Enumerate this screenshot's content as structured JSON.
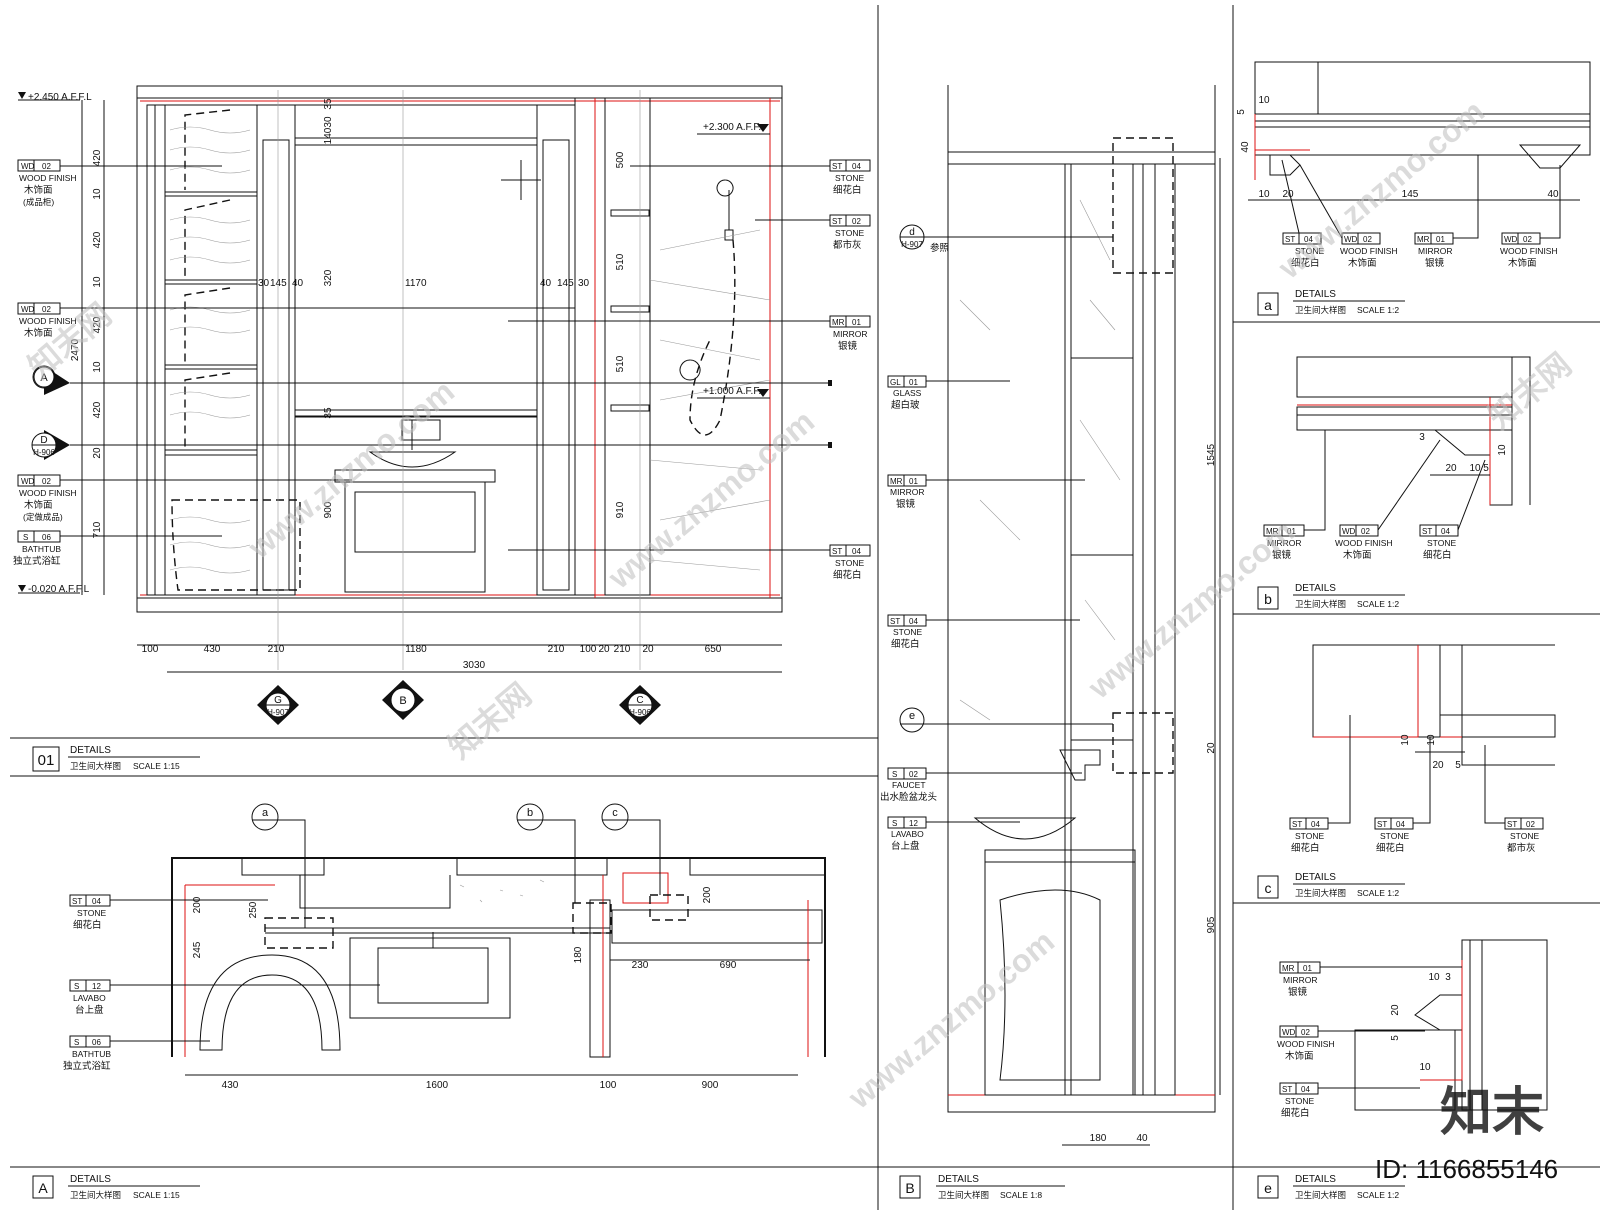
{
  "sheet": {
    "panels": [
      {
        "num": "01",
        "details": "DETAILS",
        "title": "卫生间大样图",
        "scale": "SCALE  1:15"
      },
      {
        "num": "A",
        "details": "DETAILS",
        "title": "卫生间大样图",
        "scale": "SCALE  1:15"
      },
      {
        "num": "B",
        "details": "DETAILS",
        "title": "卫生间大样图",
        "scale": "SCALE  1:8"
      },
      {
        "num": "a",
        "details": "DETAILS",
        "title": "卫生间大样图",
        "scale": "SCALE  1:2"
      },
      {
        "num": "b",
        "details": "DETAILS",
        "title": "卫生间大样图",
        "scale": "SCALE  1:2"
      },
      {
        "num": "c",
        "details": "DETAILS",
        "title": "卫生间大样图",
        "scale": "SCALE  1:2"
      },
      {
        "num": "e",
        "details": "DETAILS",
        "title": "卫生间大样图",
        "scale": "SCALE  1:2"
      }
    ],
    "watermark": {
      "logo": "知末",
      "id": "ID: 1166855146",
      "url": "www.znzmo.com",
      "brand": "知末网"
    }
  },
  "elev01": {
    "levels": [
      "+2.450 A.F.F.L",
      "-0.020 A.F.F.L",
      "+2.300 A.F.F.",
      "+1.000 A.F.F."
    ],
    "vdims": [
      "420",
      "10",
      "420",
      "10",
      "420",
      "10",
      "420",
      "20",
      "710",
      "2470"
    ],
    "top_dims": [
      "30",
      "145",
      "40",
      "1170",
      "40",
      "145",
      "30"
    ],
    "mid_dims": [
      "320",
      "30",
      "140",
      "35",
      "35",
      "900"
    ],
    "right_dims": [
      "500",
      "510",
      "510",
      "910"
    ],
    "bottom_dims": [
      "100",
      "430",
      "210",
      "1180",
      "210",
      "100",
      "20",
      "210",
      "20",
      "650"
    ],
    "total": "3030",
    "left_tags": [
      {
        "code": "WD",
        "num": "02",
        "en": "WOOD FINISH",
        "cn": "木饰面",
        "note": "(成品柜)"
      },
      {
        "code": "WD",
        "num": "02",
        "en": "WOOD FINISH",
        "cn": "木饰面",
        "note": ""
      },
      {
        "code": "WD",
        "num": "02",
        "en": "WOOD FINISH",
        "cn": "木饰面",
        "note": "(定做成品)"
      },
      {
        "code": "S",
        "num": "06",
        "en": "BATHTUB",
        "cn": "独立式浴缸",
        "note": ""
      }
    ],
    "right_tags": [
      {
        "code": "ST",
        "num": "04",
        "en": "STONE",
        "cn": "细花白"
      },
      {
        "code": "ST",
        "num": "02",
        "en": "STONE",
        "cn": "都市灰"
      },
      {
        "code": "MR",
        "num": "01",
        "en": "MIRROR",
        "cn": "银镜"
      },
      {
        "code": "ST",
        "num": "04",
        "en": "STONE",
        "cn": "细花白"
      }
    ],
    "section_marks": [
      {
        "letter": "A",
        "ref": ""
      },
      {
        "letter": "D",
        "ref": "H-906"
      }
    ],
    "bottom_marks": [
      {
        "letter": "G",
        "ref": "H-907"
      },
      {
        "letter": "B",
        "ref": ""
      },
      {
        "letter": "C",
        "ref": "H-906"
      }
    ]
  },
  "planA": {
    "callouts": [
      "a",
      "b",
      "c"
    ],
    "tags": [
      {
        "code": "ST",
        "num": "04",
        "en": "STONE",
        "cn": "细花白"
      },
      {
        "code": "S",
        "num": "12",
        "en": "LAVABO",
        "cn": "台上盘"
      },
      {
        "code": "S",
        "num": "06",
        "en": "BATHTUB",
        "cn": "独立式浴缸"
      }
    ],
    "dims": [
      "200",
      "250",
      "245",
      "180",
      "200",
      "230",
      "690"
    ],
    "bottom_dims": [
      "430",
      "1600",
      "100",
      "900"
    ]
  },
  "sectionB": {
    "marks": [
      {
        "letter": "d",
        "ref": "H-907",
        "note": "参照"
      },
      {
        "letter": "e",
        "ref": "",
        "note": ""
      }
    ],
    "tags": [
      {
        "code": "GL",
        "num": "01",
        "en": "GLASS",
        "cn": "超白玻"
      },
      {
        "code": "MR",
        "num": "01",
        "en": "MIRROR",
        "cn": "银镜"
      },
      {
        "code": "ST",
        "num": "04",
        "en": "STONE",
        "cn": "细花白"
      },
      {
        "code": "S",
        "num": "02",
        "en": "FAUCET",
        "cn": "出水脸盆龙头"
      },
      {
        "code": "S",
        "num": "12",
        "en": "LAVABO",
        "cn": "台上盘"
      }
    ],
    "dims": [
      "1545",
      "20",
      "905",
      "180",
      "40"
    ]
  },
  "detA": {
    "dims": [
      "10",
      "5",
      "40",
      "10",
      "20",
      "145",
      "40"
    ],
    "tags": [
      {
        "code": "ST",
        "num": "04",
        "en": "STONE",
        "cn": "细花白"
      },
      {
        "code": "WD",
        "num": "02",
        "en": "WOOD FINISH",
        "cn": "木饰面"
      },
      {
        "code": "MR",
        "num": "01",
        "en": "MIRROR",
        "cn": "银镜"
      },
      {
        "code": "WD",
        "num": "02",
        "en": "WOOD FINISH",
        "cn": "木饰面"
      }
    ]
  },
  "detB": {
    "dims": [
      "3",
      "10",
      "20",
      "10",
      "5"
    ],
    "tags": [
      {
        "code": "MR",
        "num": "01",
        "en": "MIRROR",
        "cn": "银镜"
      },
      {
        "code": "WD",
        "num": "02",
        "en": "WOOD FINISH",
        "cn": "木饰面"
      },
      {
        "code": "ST",
        "num": "04",
        "en": "STONE",
        "cn": "细花白"
      }
    ]
  },
  "detC": {
    "dims": [
      "10",
      "10",
      "20",
      "5"
    ],
    "tags": [
      {
        "code": "ST",
        "num": "04",
        "en": "STONE",
        "cn": "细花白"
      },
      {
        "code": "ST",
        "num": "04",
        "en": "STONE",
        "cn": "细花白"
      },
      {
        "code": "ST",
        "num": "02",
        "en": "STONE",
        "cn": "都市灰"
      }
    ]
  },
  "detE": {
    "dims": [
      "10",
      "3",
      "20",
      "5",
      "10"
    ],
    "tags": [
      {
        "code": "MR",
        "num": "01",
        "en": "MIRROR",
        "cn": "银镜"
      },
      {
        "code": "WD",
        "num": "02",
        "en": "WOOD FINISH",
        "cn": "木饰面"
      },
      {
        "code": "ST",
        "num": "04",
        "en": "STONE",
        "cn": "细花白"
      }
    ]
  }
}
